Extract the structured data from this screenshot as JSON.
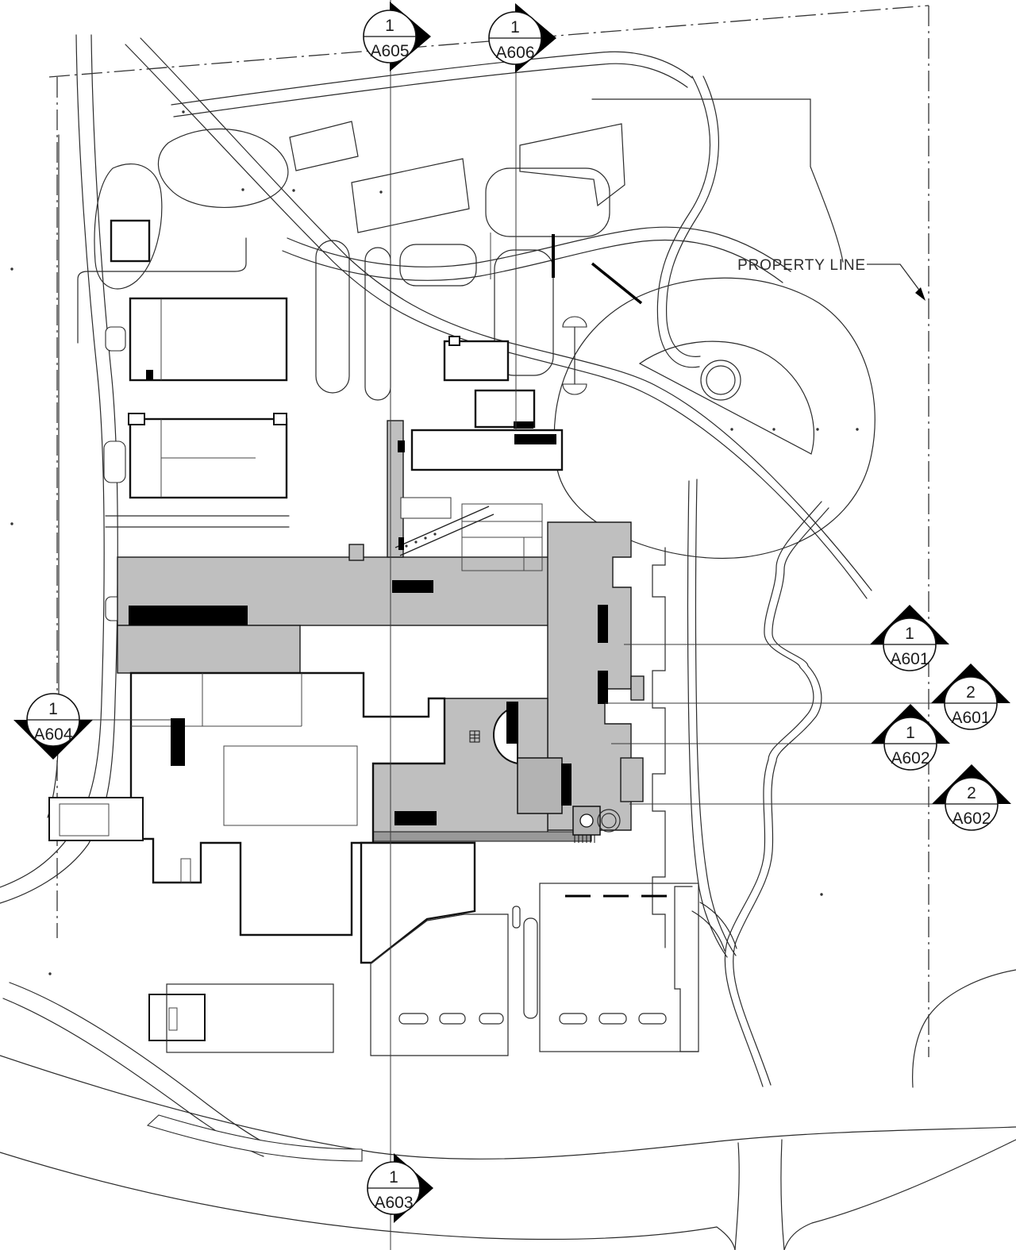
{
  "annotations": {
    "property_line_label": "PROPERTY LINE"
  },
  "section_markers": [
    {
      "id": "a605",
      "number": "1",
      "sheet": "A605",
      "direction": "right"
    },
    {
      "id": "a606",
      "number": "1",
      "sheet": "A606",
      "direction": "right"
    },
    {
      "id": "a601-1",
      "number": "1",
      "sheet": "A601",
      "direction": "up"
    },
    {
      "id": "a601-2",
      "number": "2",
      "sheet": "A601",
      "direction": "up"
    },
    {
      "id": "a602-1",
      "number": "1",
      "sheet": "A602",
      "direction": "up"
    },
    {
      "id": "a602-2",
      "number": "2",
      "sheet": "A602",
      "direction": "up"
    },
    {
      "id": "a604",
      "number": "1",
      "sheet": "A604",
      "direction": "down"
    },
    {
      "id": "a603",
      "number": "1",
      "sheet": "A603",
      "direction": "right"
    }
  ],
  "colors": {
    "line": "#2b2b2b",
    "building_outline": "#111111",
    "building_gray": "#bfbfbf",
    "accent_black": "#000000",
    "background": "#ffffff"
  }
}
